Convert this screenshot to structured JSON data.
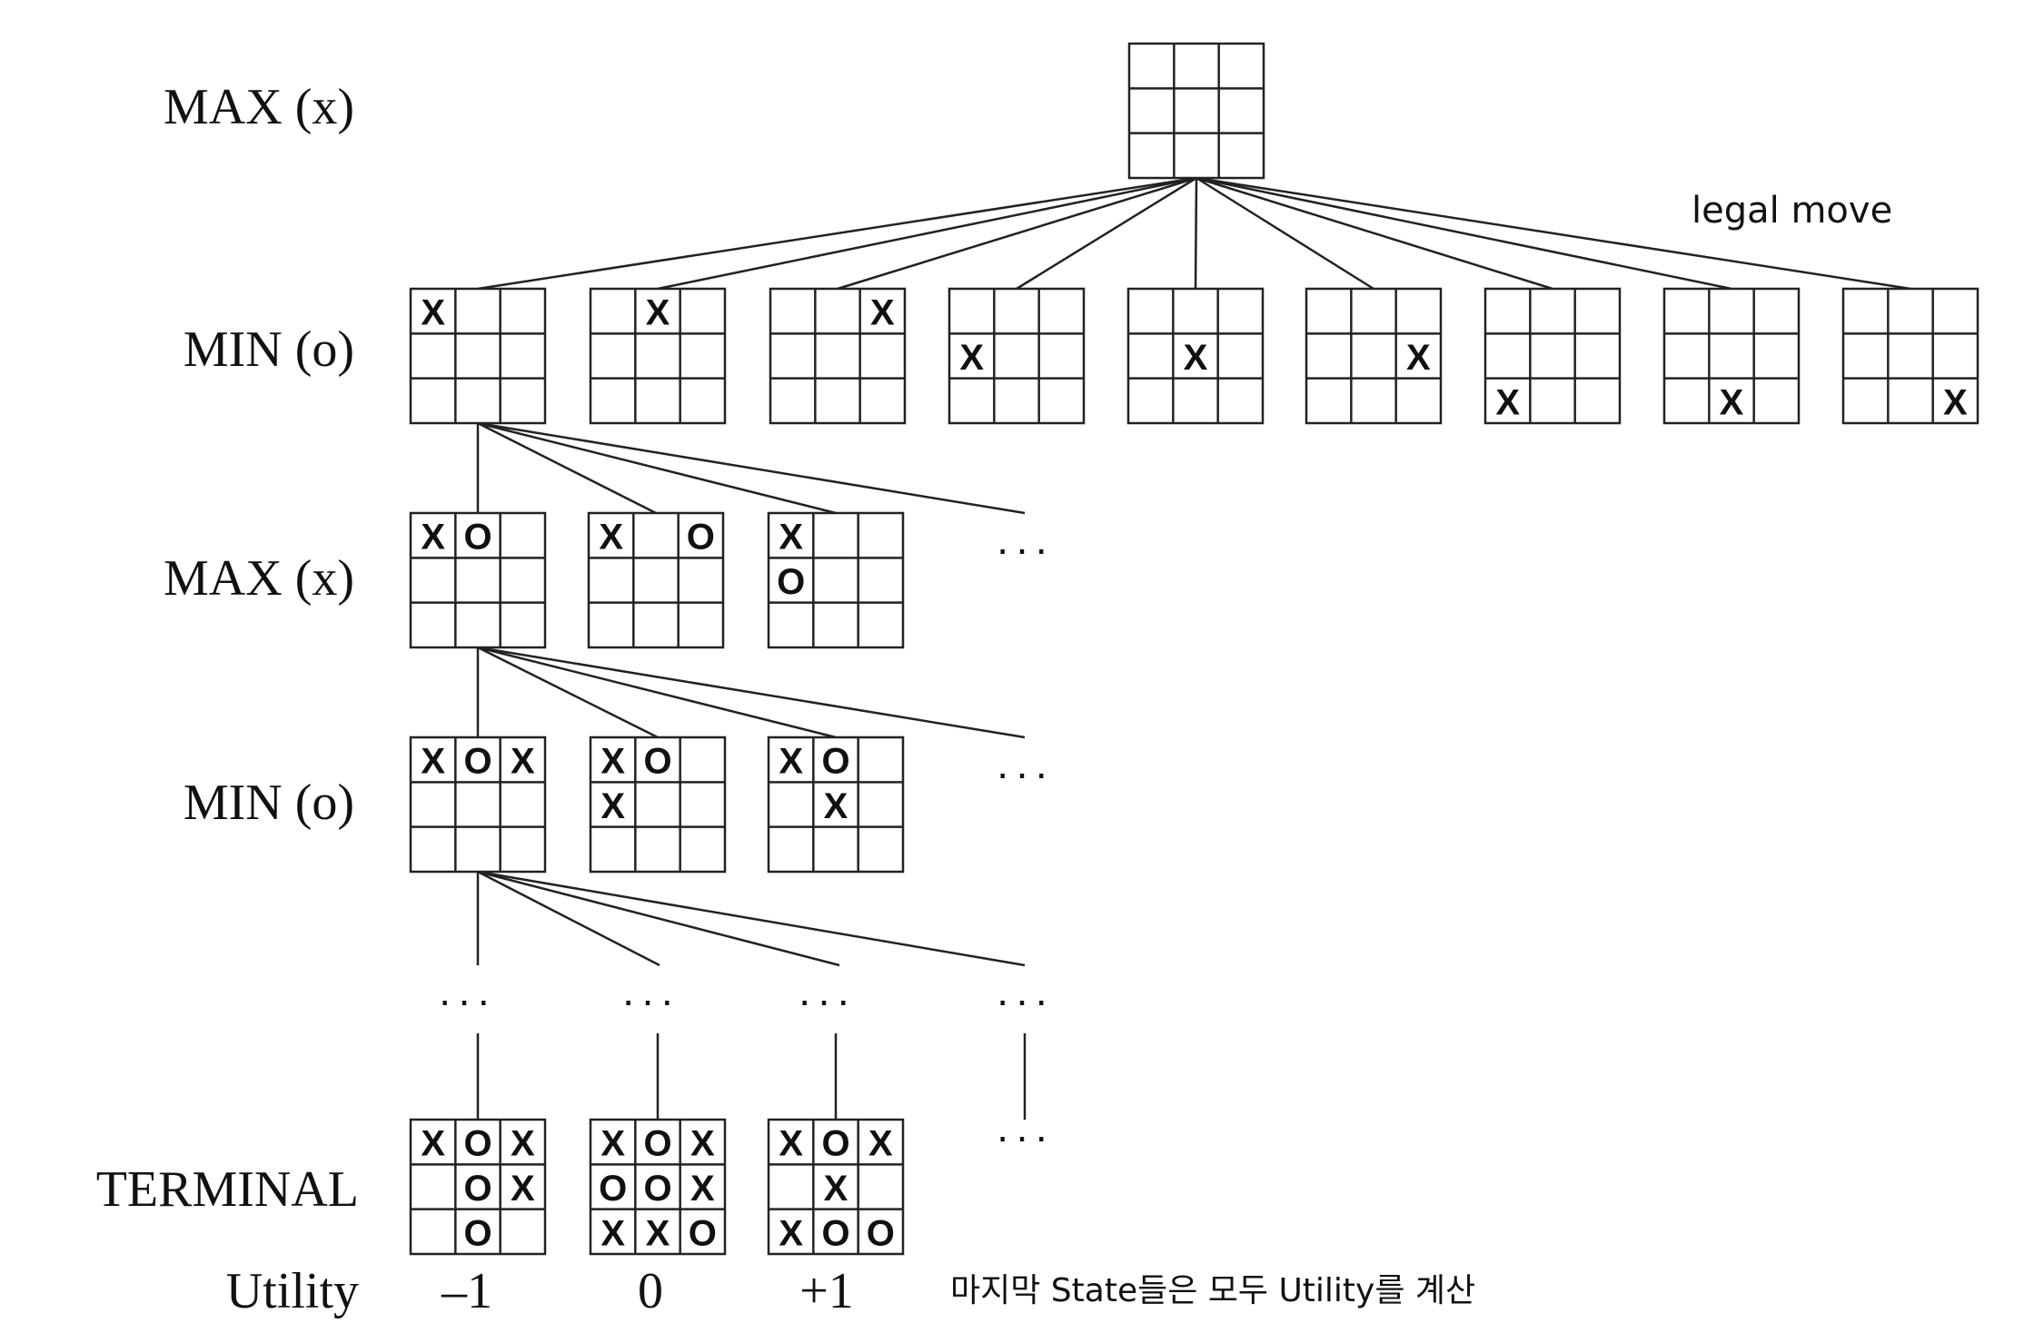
{
  "levels": {
    "max1": "MAX (x)",
    "min1": "MIN (o)",
    "max2": "MAX (x)",
    "min2": "MIN (o)",
    "terminal": "TERMINAL",
    "utility": "Utility"
  },
  "annotations": {
    "legal_move": "legal move",
    "terminal_note": "마지막 State들은 모두 Utility를 계산"
  },
  "ellipsis": "···",
  "utility_values": [
    "–1",
    "0",
    "+1"
  ],
  "boards": {
    "root": [
      "",
      "",
      "",
      "",
      "",
      "",
      "",
      "",
      ""
    ],
    "level1": [
      [
        "X",
        "",
        "",
        "",
        "",
        "",
        "",
        "",
        ""
      ],
      [
        "",
        "X",
        "",
        "",
        "",
        "",
        "",
        "",
        ""
      ],
      [
        "",
        "",
        "X",
        "",
        "",
        "",
        "",
        "",
        ""
      ],
      [
        "",
        "",
        "",
        "X",
        "",
        "",
        "",
        "",
        ""
      ],
      [
        "",
        "",
        "",
        "",
        "X",
        "",
        "",
        "",
        ""
      ],
      [
        "",
        "",
        "",
        "",
        "",
        "X",
        "",
        "",
        ""
      ],
      [
        "",
        "",
        "",
        "",
        "",
        "",
        "X",
        "",
        ""
      ],
      [
        "",
        "",
        "",
        "",
        "",
        "",
        "",
        "X",
        ""
      ],
      [
        "",
        "",
        "",
        "",
        "",
        "",
        "",
        "",
        "X"
      ]
    ],
    "level2": [
      [
        "X",
        "O",
        "",
        "",
        "",
        "",
        "",
        "",
        ""
      ],
      [
        "X",
        "",
        "O",
        "",
        "",
        "",
        "",
        "",
        ""
      ],
      [
        "X",
        "",
        "",
        "O",
        "",
        "",
        "",
        "",
        ""
      ]
    ],
    "level3": [
      [
        "X",
        "O",
        "X",
        "",
        "",
        "",
        "",
        "",
        ""
      ],
      [
        "X",
        "O",
        "",
        "X",
        "",
        "",
        "",
        "",
        ""
      ],
      [
        "X",
        "O",
        "",
        "",
        "X",
        "",
        "",
        "",
        ""
      ]
    ],
    "terminal": [
      [
        "X",
        "O",
        "X",
        "",
        "O",
        "X",
        "",
        "O",
        ""
      ],
      [
        "X",
        "O",
        "X",
        "O",
        "O",
        "X",
        "X",
        "X",
        "O"
      ],
      [
        "X",
        "O",
        "X",
        "",
        "X",
        "",
        "X",
        "O",
        "O"
      ]
    ]
  }
}
